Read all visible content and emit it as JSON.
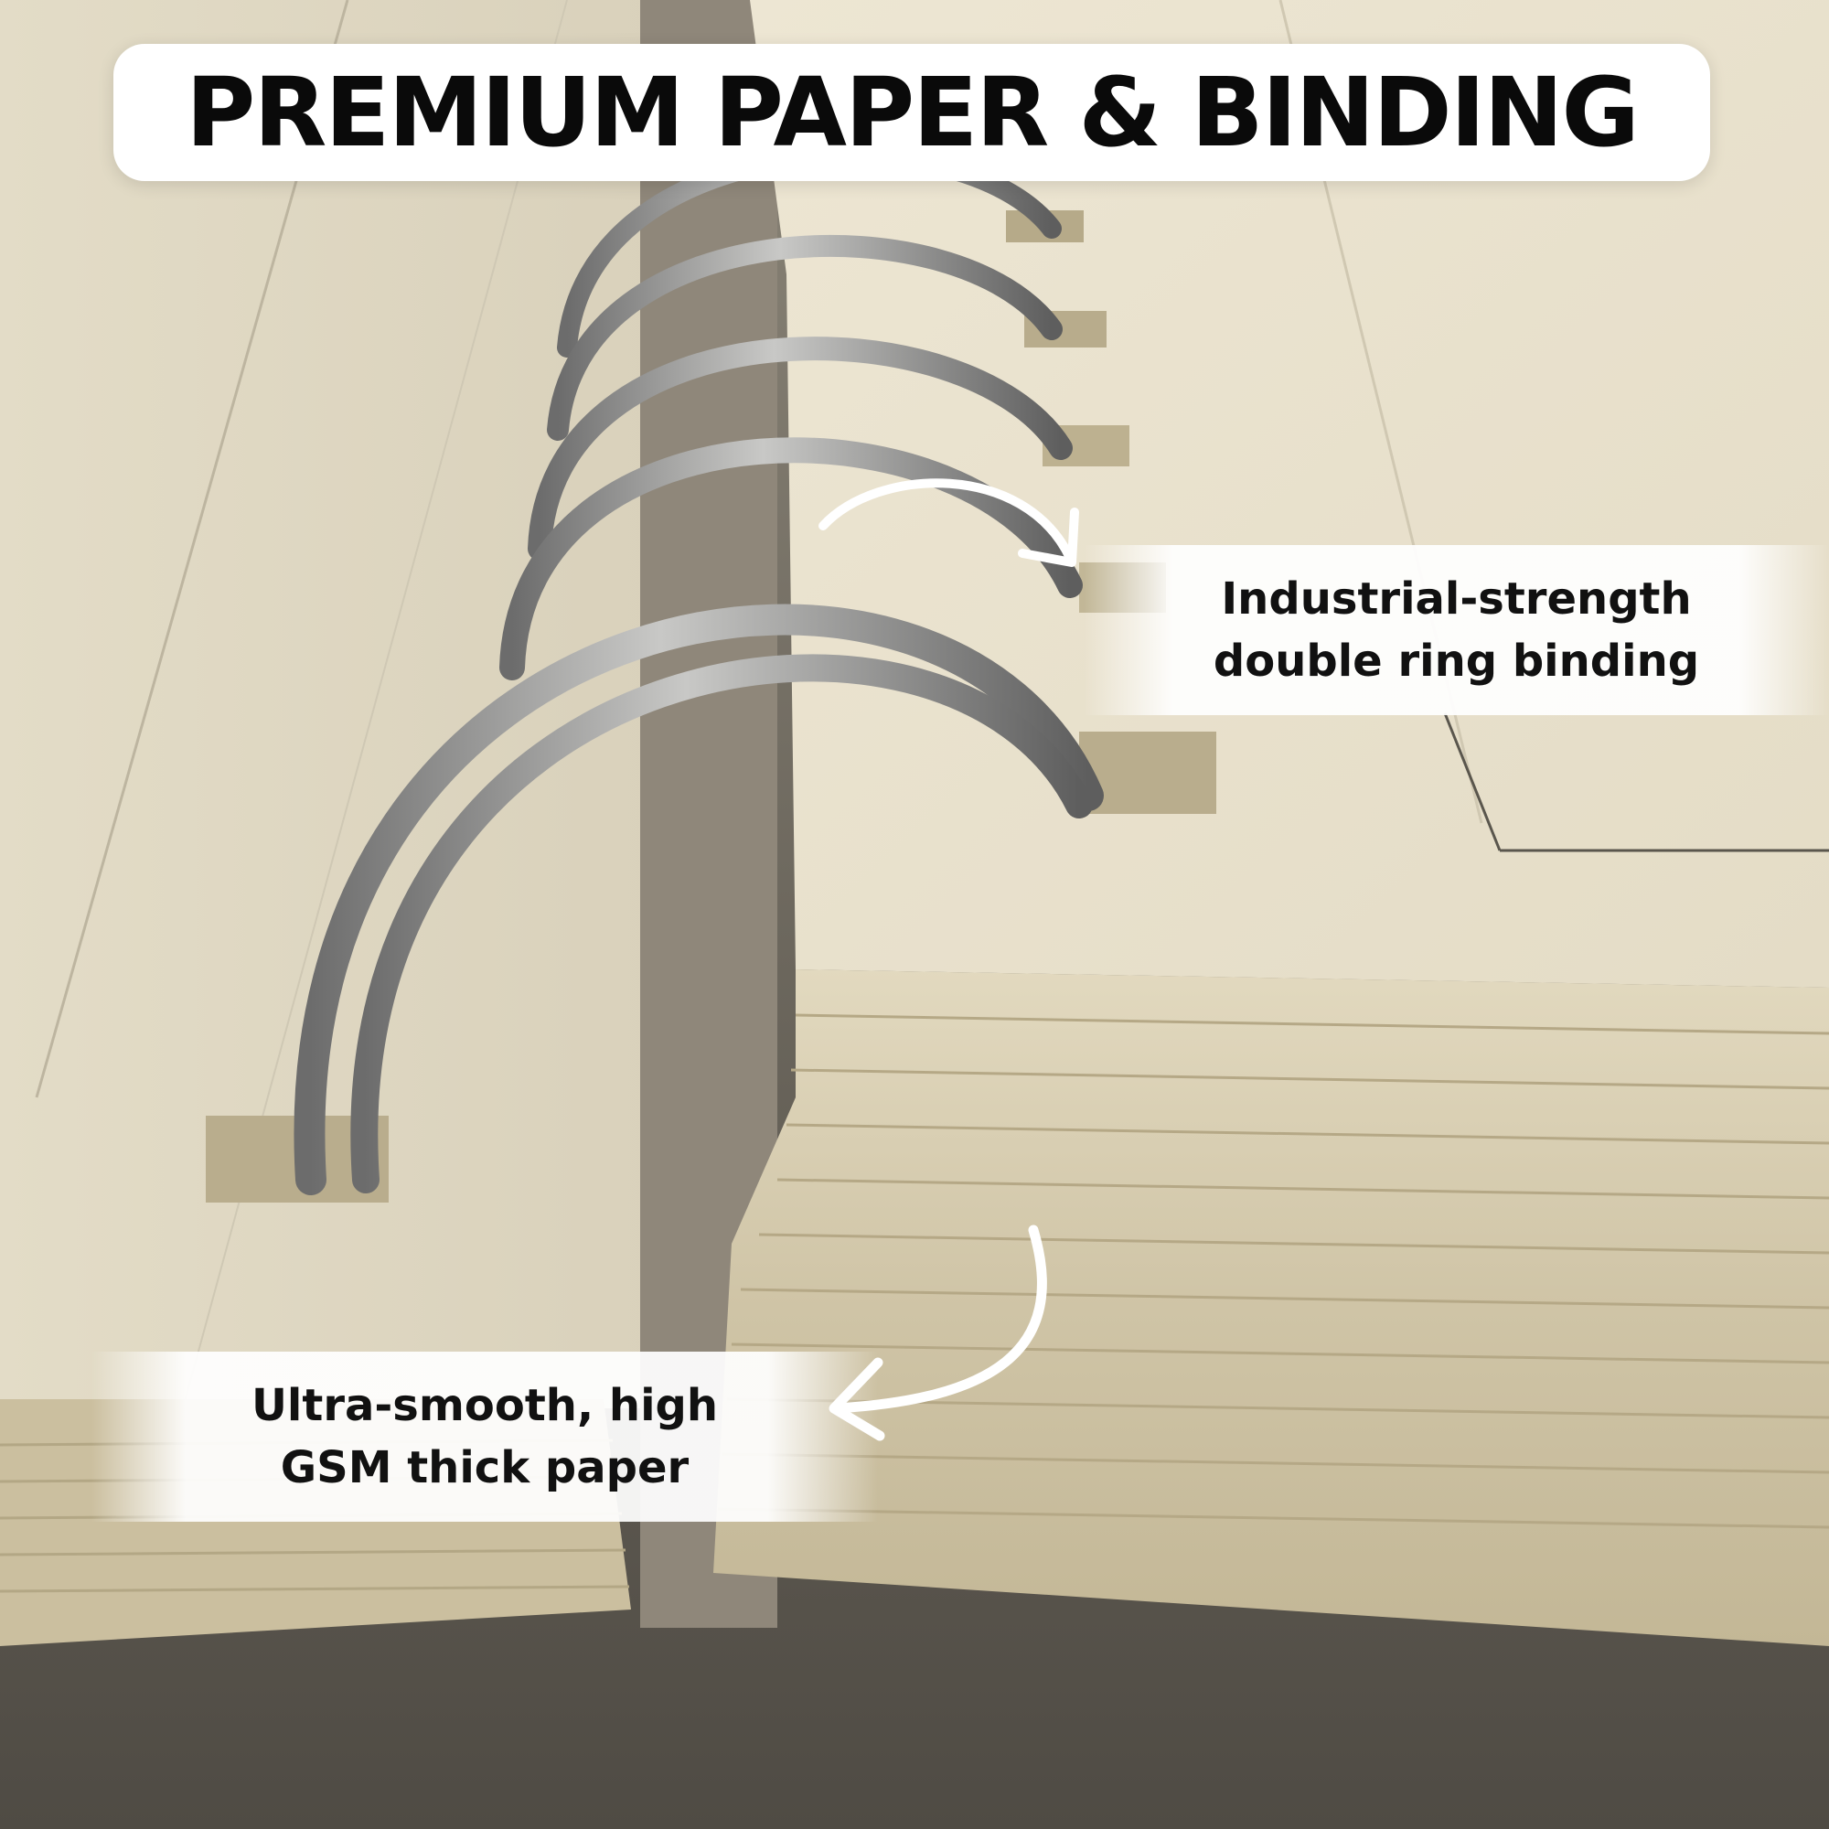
{
  "title": "PREMIUM PAPER & BINDING",
  "callouts": {
    "binding": {
      "line1": "Industrial-strength",
      "line2": "double ring binding"
    },
    "paper": {
      "line1": "Ultra-smooth, high",
      "line2": "GSM thick paper"
    }
  },
  "colors": {
    "paper": "#e9e2cf",
    "paper_edge": "#d6cbb0",
    "metal": "#9a9a9a",
    "title_text": "#0a0a0a",
    "title_background": "#ffffff"
  },
  "icons": [
    "curved-arrow-icon",
    "curved-arrow-icon"
  ]
}
